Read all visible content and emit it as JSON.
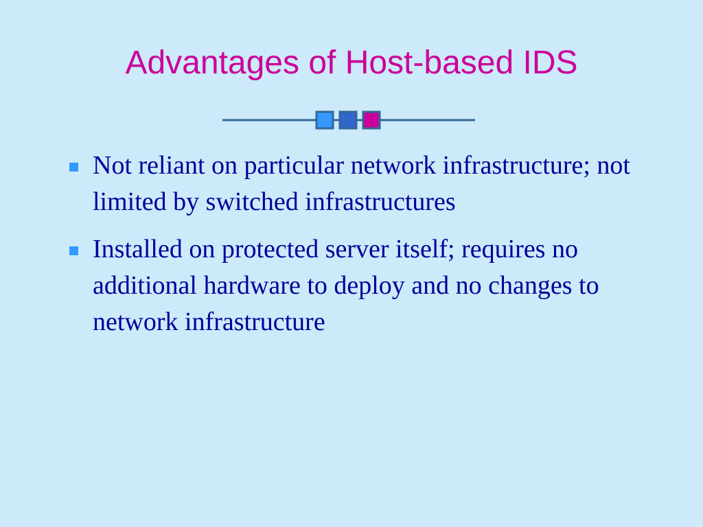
{
  "slide": {
    "title": "Advantages of Host-based IDS",
    "bullets": [
      {
        "text": "Not reliant on particular network infrastructure; not limited by switched infrastructures"
      },
      {
        "text": "Installed on protected server itself; requires no additional hardware to deploy and no changes to network infrastructure"
      }
    ],
    "bullet_icon": "square-bullet-icon",
    "divider_icon": "line-with-squares-divider-icon"
  },
  "colors": {
    "background": "#cceaf9",
    "title": "#cc0099",
    "body_text": "#000099",
    "bullet": "#3399ff",
    "divider_line": "#336699",
    "square_light": "#3399ff",
    "square_mid": "#3366cc",
    "square_accent": "#cc0099"
  }
}
